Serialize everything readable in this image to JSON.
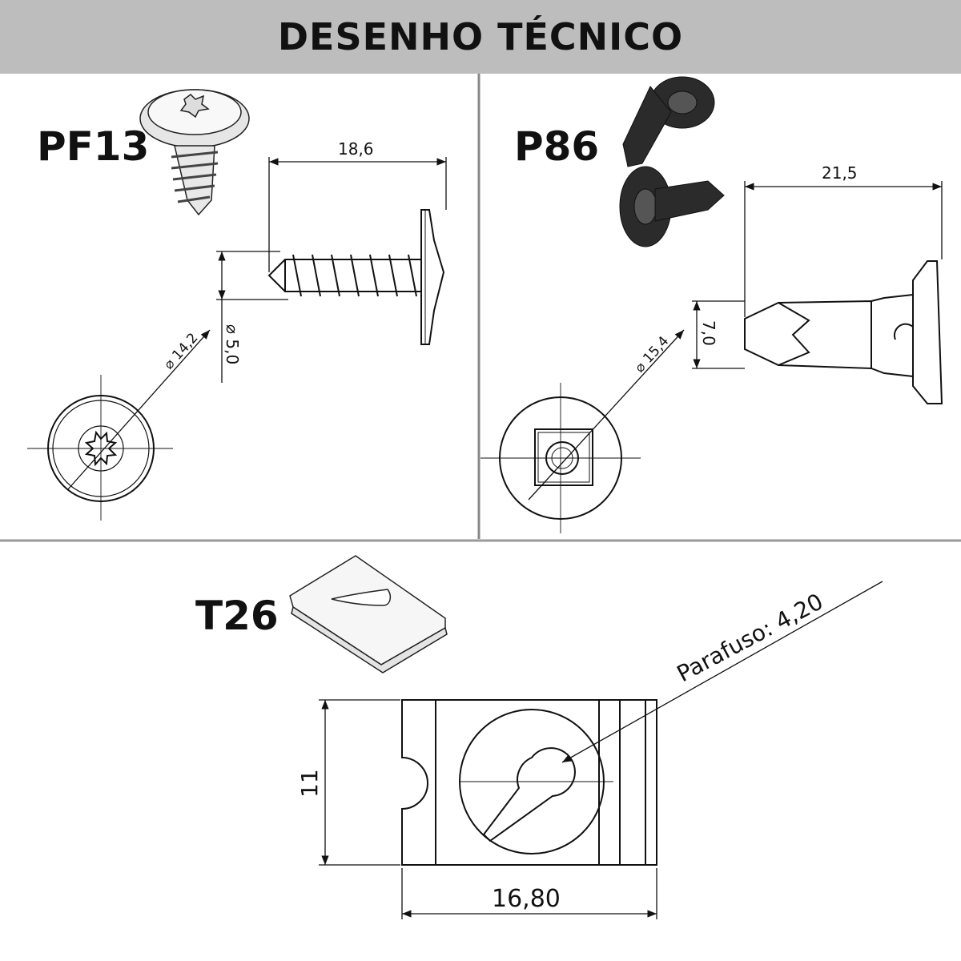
{
  "header": {
    "title": "DESENHO TÉCNICO"
  },
  "panels": {
    "pf13": {
      "label": "PF13",
      "length": "18,6",
      "thread_diameter": "⌀ 5,0",
      "head_diameter": "⌀ 14,2"
    },
    "p86": {
      "label": "P86",
      "length": "21,5",
      "shank_width": "7,0",
      "head_diameter": "⌀ 15,4"
    },
    "t26": {
      "label": "T26",
      "screw_note": "Parafuso: 4,20",
      "height": "11",
      "width": "16,80"
    }
  }
}
